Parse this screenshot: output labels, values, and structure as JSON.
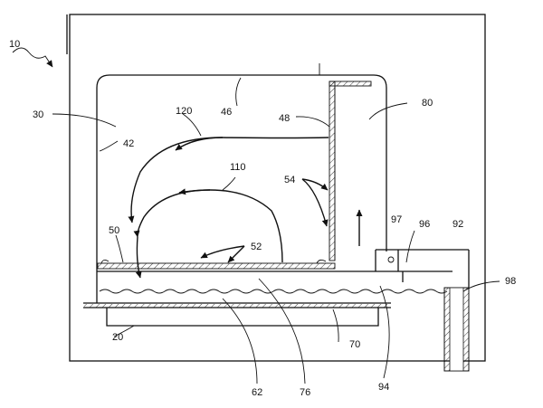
{
  "labels": {
    "r10": "10",
    "r30": "30",
    "r42": "42",
    "r46": "46",
    "r48": "48",
    "r80": "80",
    "r120": "120",
    "r110": "110",
    "r54": "54",
    "r97": "97",
    "r96": "96",
    "r92": "92",
    "r50": "50",
    "r52": "52",
    "r98": "98",
    "r20": "20",
    "r70": "70",
    "r62": "62",
    "r76": "76",
    "r94": "94"
  },
  "colors": {
    "line": "#111111",
    "background": "#ffffff"
  }
}
